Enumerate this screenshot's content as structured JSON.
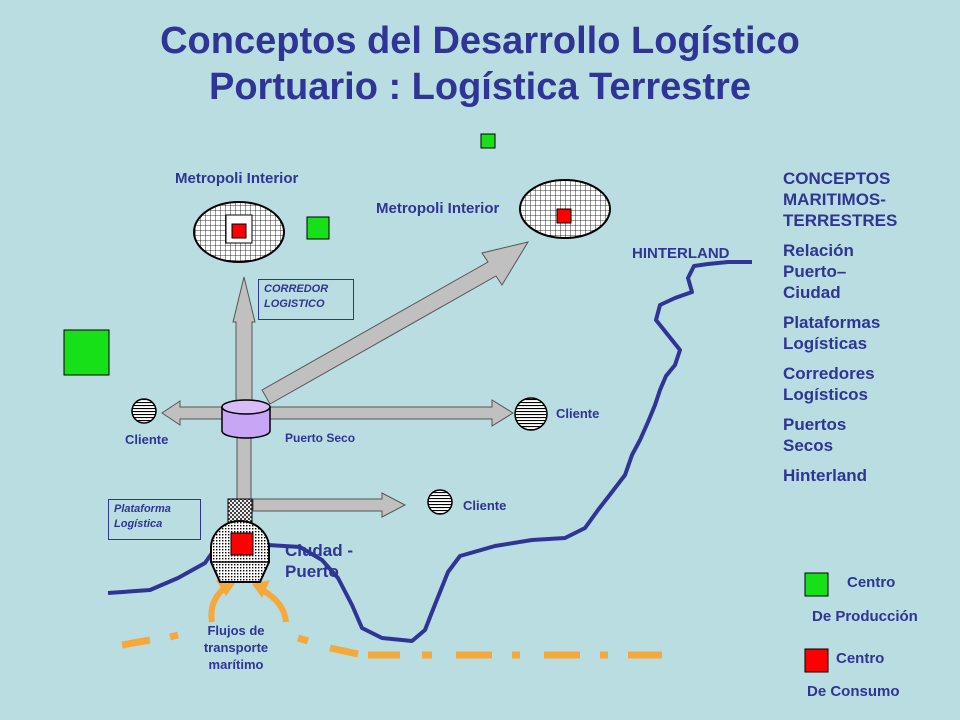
{
  "title": {
    "line1": "Conceptos del Desarrollo Logístico",
    "line2": "Portuario : Logística Terrestre"
  },
  "labels": {
    "metropoli_left": "Metropoli Interior",
    "metropoli_right": "Metropoli Interior",
    "hinterland": "HINTERLAND",
    "corredor_line1": "CORREDOR",
    "corredor_line2": "LOGISTICO",
    "cliente_left": "Cliente",
    "cliente_right": "Cliente",
    "cliente_bottom": "Cliente",
    "puerto_seco": "Puerto Seco",
    "plataforma_line1": "Plataforma",
    "plataforma_line2": "Logística",
    "ciudad_puerto_line1": "Ciudad -",
    "ciudad_puerto_line2": "Puerto",
    "flujos_line1": "Flujos de",
    "flujos_line2": "transporte",
    "flujos_line3": "marítimo"
  },
  "concepts": [
    "CONCEPTOS MARITIMOS-TERRESTRES",
    "Relación Puerto–Ciudad",
    "Plataformas Logísticas",
    "Corredores Logísticos",
    "Puertos Secos",
    "Hinterland"
  ],
  "legend": {
    "production_line1": "Centro",
    "production_line2": "De Producción",
    "production_color": "#18e018",
    "consumption_line1": "Centro",
    "consumption_line2": "De Consumo",
    "consumption_color": "#ff0000"
  },
  "colors": {
    "background": "#b9dde1",
    "text": "#2f3596",
    "river": "#2f3596",
    "coast": "#f5a93a",
    "arrow": "#c0c0c0",
    "dry_port": "#c9a6f5"
  }
}
